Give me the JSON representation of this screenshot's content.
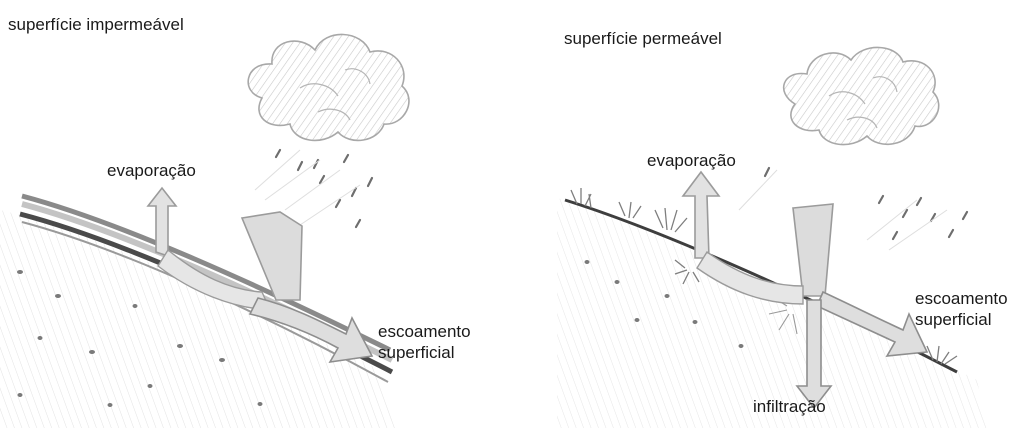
{
  "left": {
    "title": "superfície impermeável",
    "evaporation": "evaporação",
    "runoff_line1": "escoamento",
    "runoff_line2": "superficial"
  },
  "right": {
    "title": "superfície permeável",
    "evaporation": "evaporação",
    "runoff_line1": "escoamento",
    "runoff_line2": "superficial",
    "infiltration": "infiltração"
  }
}
